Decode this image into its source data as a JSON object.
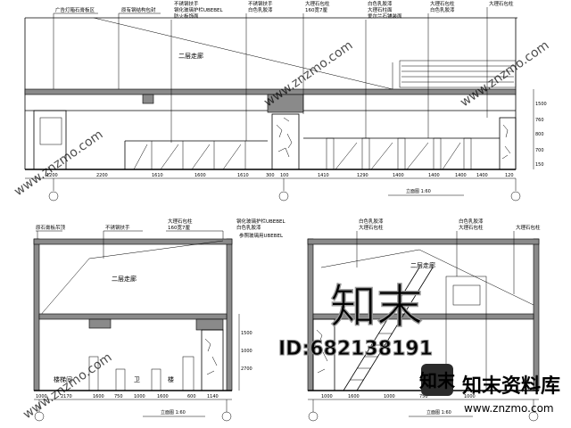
{
  "elevation_top": {
    "notes": [
      "广告灯箱石膏板区",
      "原有钢结构包封",
      "不锈钢扶手",
      "钢化玻璃护栏UBEBEL",
      "防火板饰面",
      "不锈钢扶手",
      "白色乳胶漆",
      "160宽7厘",
      "大理石包柱",
      "白色乳胶漆",
      "大理石柱面",
      "爱尔兰石铺装面",
      "大理石包柱",
      "白色乳胶漆",
      "大理石包柱"
    ],
    "room_label": "二层走廊",
    "dims_bottom": [
      "1200",
      "2200",
      "1610",
      "1600",
      "1610",
      "300",
      "100",
      "1410",
      "1290",
      "1400",
      "1400",
      "1400",
      "1400",
      "120"
    ],
    "dims_right": [
      "1500",
      "760",
      "800",
      "700",
      "150"
    ],
    "title": "立面图  1:60"
  },
  "elevation_left": {
    "notes": [
      "原石膏板吊顶",
      "不锈钢扶手",
      "大理石包柱",
      "160宽7厘",
      "钢化玻璃护栏UBEBEL",
      "白色乳胶漆",
      "参照玻璃用UBEBEL"
    ],
    "room_labels": [
      "二层走廊",
      "楼梯间",
      "卫",
      "楼"
    ],
    "dims_bottom": [
      "1000",
      "2170",
      "1600",
      "750",
      "1000",
      "1600",
      "600",
      "1140"
    ],
    "dims_right": [
      "1500",
      "1000",
      "2700"
    ],
    "title": "立面图  1:60"
  },
  "elevation_right": {
    "notes": [
      "白色乳胶漆",
      "大理石包柱",
      "白色乳胶漆",
      "大理石包柱",
      "大理石包柱"
    ],
    "room_label": "二层走廊",
    "dims_bottom": [
      "1000",
      "1600",
      "1000",
      "750",
      "1000"
    ],
    "title": "立面图  1:60"
  },
  "watermark": {
    "logo_text": "知末",
    "id_text": "ID:682138191",
    "site_name": "知末资料库",
    "url": "www.znzmo.com",
    "diagonal_text": "www.znzmo.com"
  }
}
